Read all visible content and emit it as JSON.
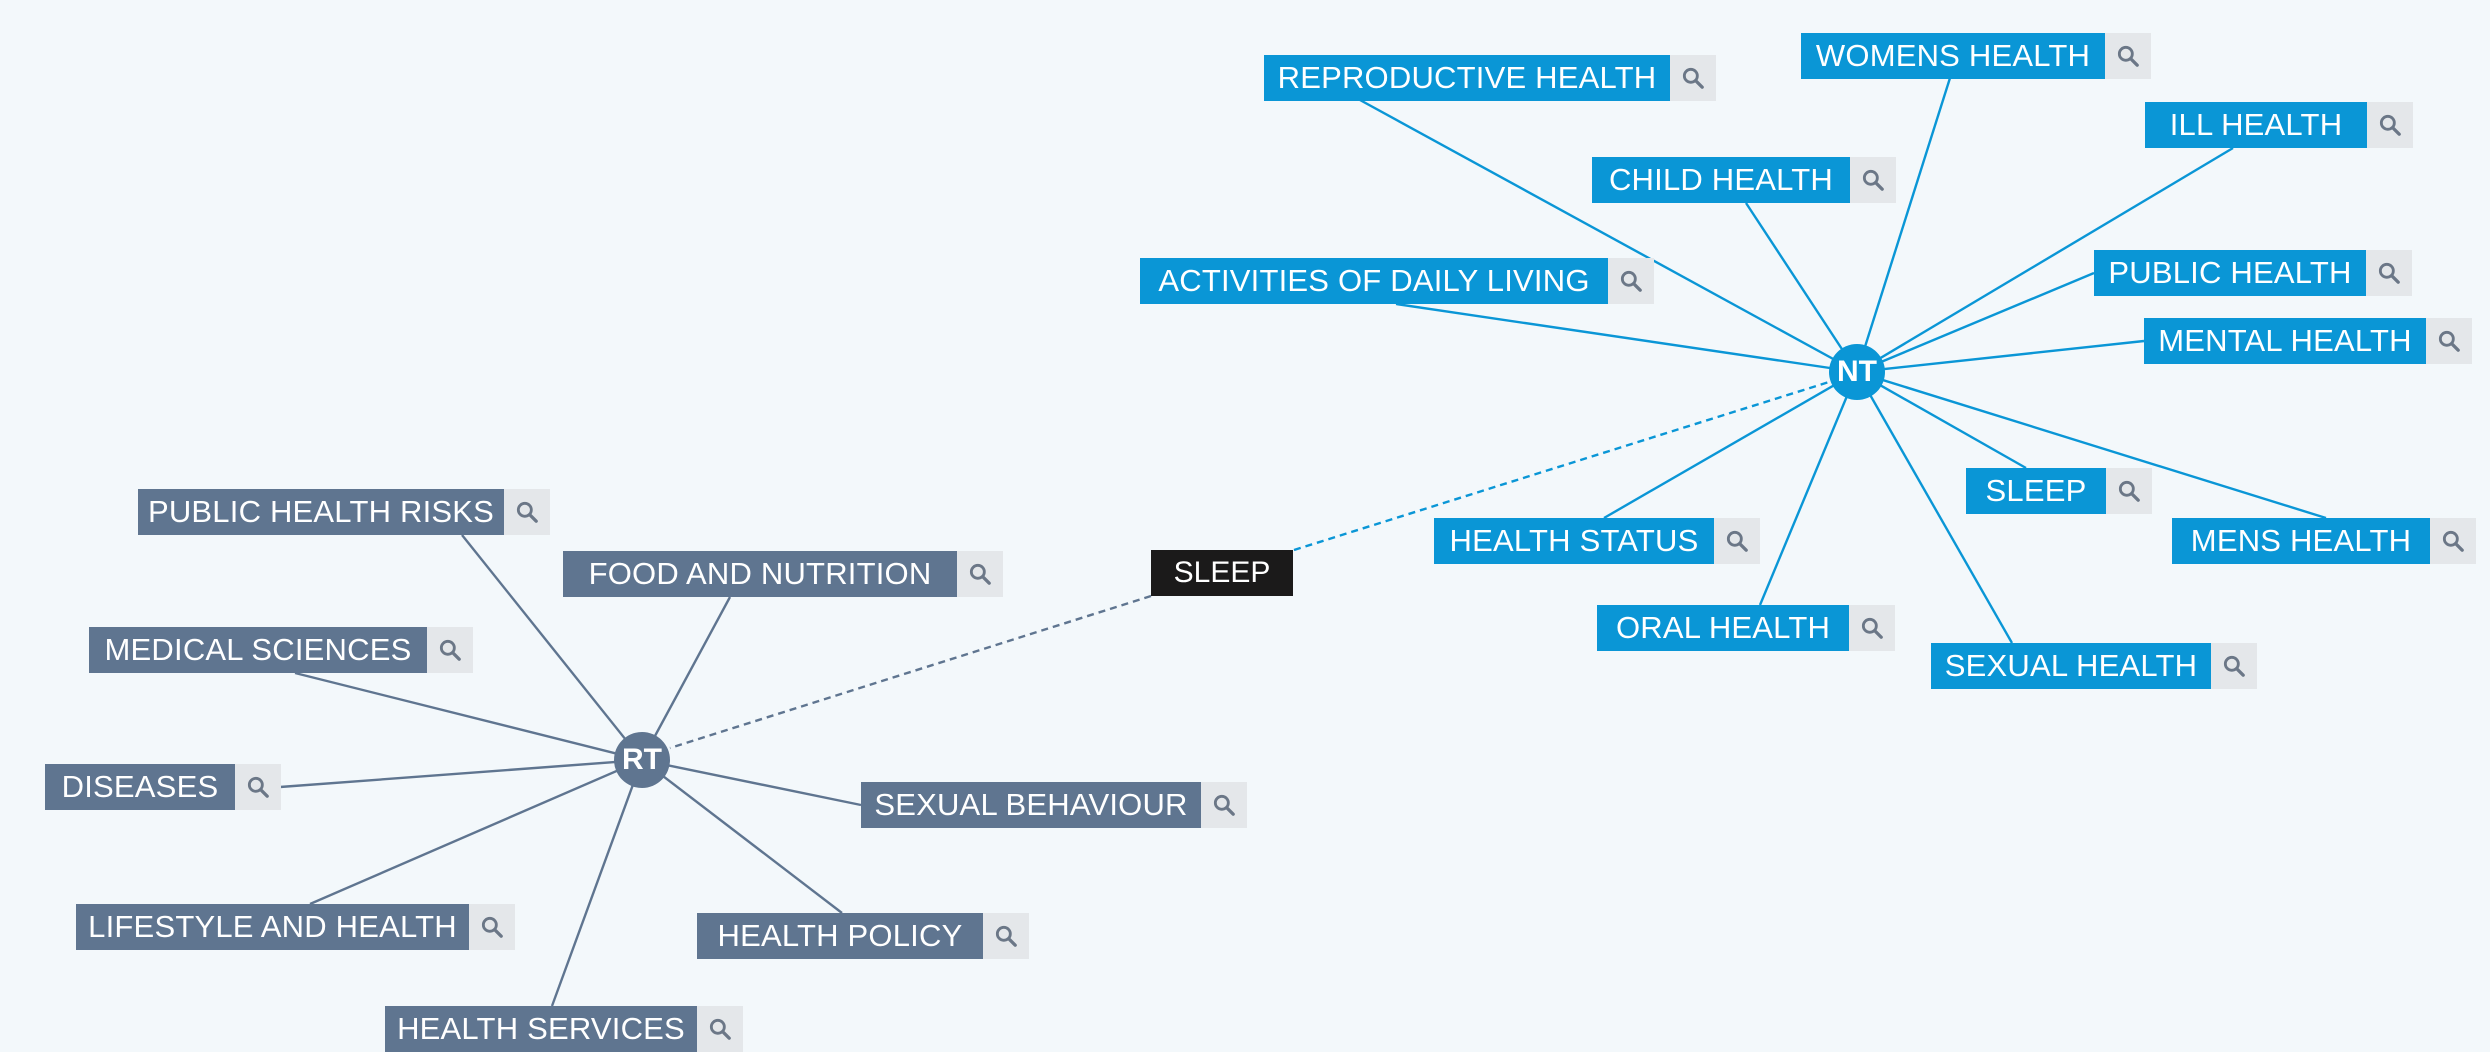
{
  "colors": {
    "background": "#f3f8fb",
    "narrower_terms": "#0a96d6",
    "related_terms": "#5f7590",
    "focus_term": "#1b1a1a",
    "search_button_bg": "#e4e7ea"
  },
  "focus": {
    "label": "SLEEP"
  },
  "nt_hub": {
    "label": "NT"
  },
  "rt_hub": {
    "label": "RT"
  },
  "narrower_terms": [
    {
      "label": "REPRODUCTIVE HEALTH",
      "icon": "search-icon"
    },
    {
      "label": "WOMENS HEALTH",
      "icon": "search-icon"
    },
    {
      "label": "ILL HEALTH",
      "icon": "search-icon"
    },
    {
      "label": "CHILD HEALTH",
      "icon": "search-icon"
    },
    {
      "label": "ACTIVITIES OF DAILY LIVING",
      "icon": "search-icon"
    },
    {
      "label": "PUBLIC HEALTH",
      "icon": "search-icon"
    },
    {
      "label": "MENTAL HEALTH",
      "icon": "search-icon"
    },
    {
      "label": "SLEEP",
      "icon": "search-icon"
    },
    {
      "label": "HEALTH STATUS",
      "icon": "search-icon"
    },
    {
      "label": "MENS HEALTH",
      "icon": "search-icon"
    },
    {
      "label": "ORAL HEALTH",
      "icon": "search-icon"
    },
    {
      "label": "SEXUAL HEALTH",
      "icon": "search-icon"
    }
  ],
  "related_terms": [
    {
      "label": "PUBLIC HEALTH RISKS",
      "icon": "search-icon"
    },
    {
      "label": "FOOD AND NUTRITION",
      "icon": "search-icon"
    },
    {
      "label": "MEDICAL SCIENCES",
      "icon": "search-icon"
    },
    {
      "label": "DISEASES",
      "icon": "search-icon"
    },
    {
      "label": "SEXUAL BEHAVIOUR",
      "icon": "search-icon"
    },
    {
      "label": "LIFESTYLE AND HEALTH",
      "icon": "search-icon"
    },
    {
      "label": "HEALTH POLICY",
      "icon": "search-icon"
    },
    {
      "label": "HEALTH SERVICES",
      "icon": "search-icon"
    }
  ]
}
